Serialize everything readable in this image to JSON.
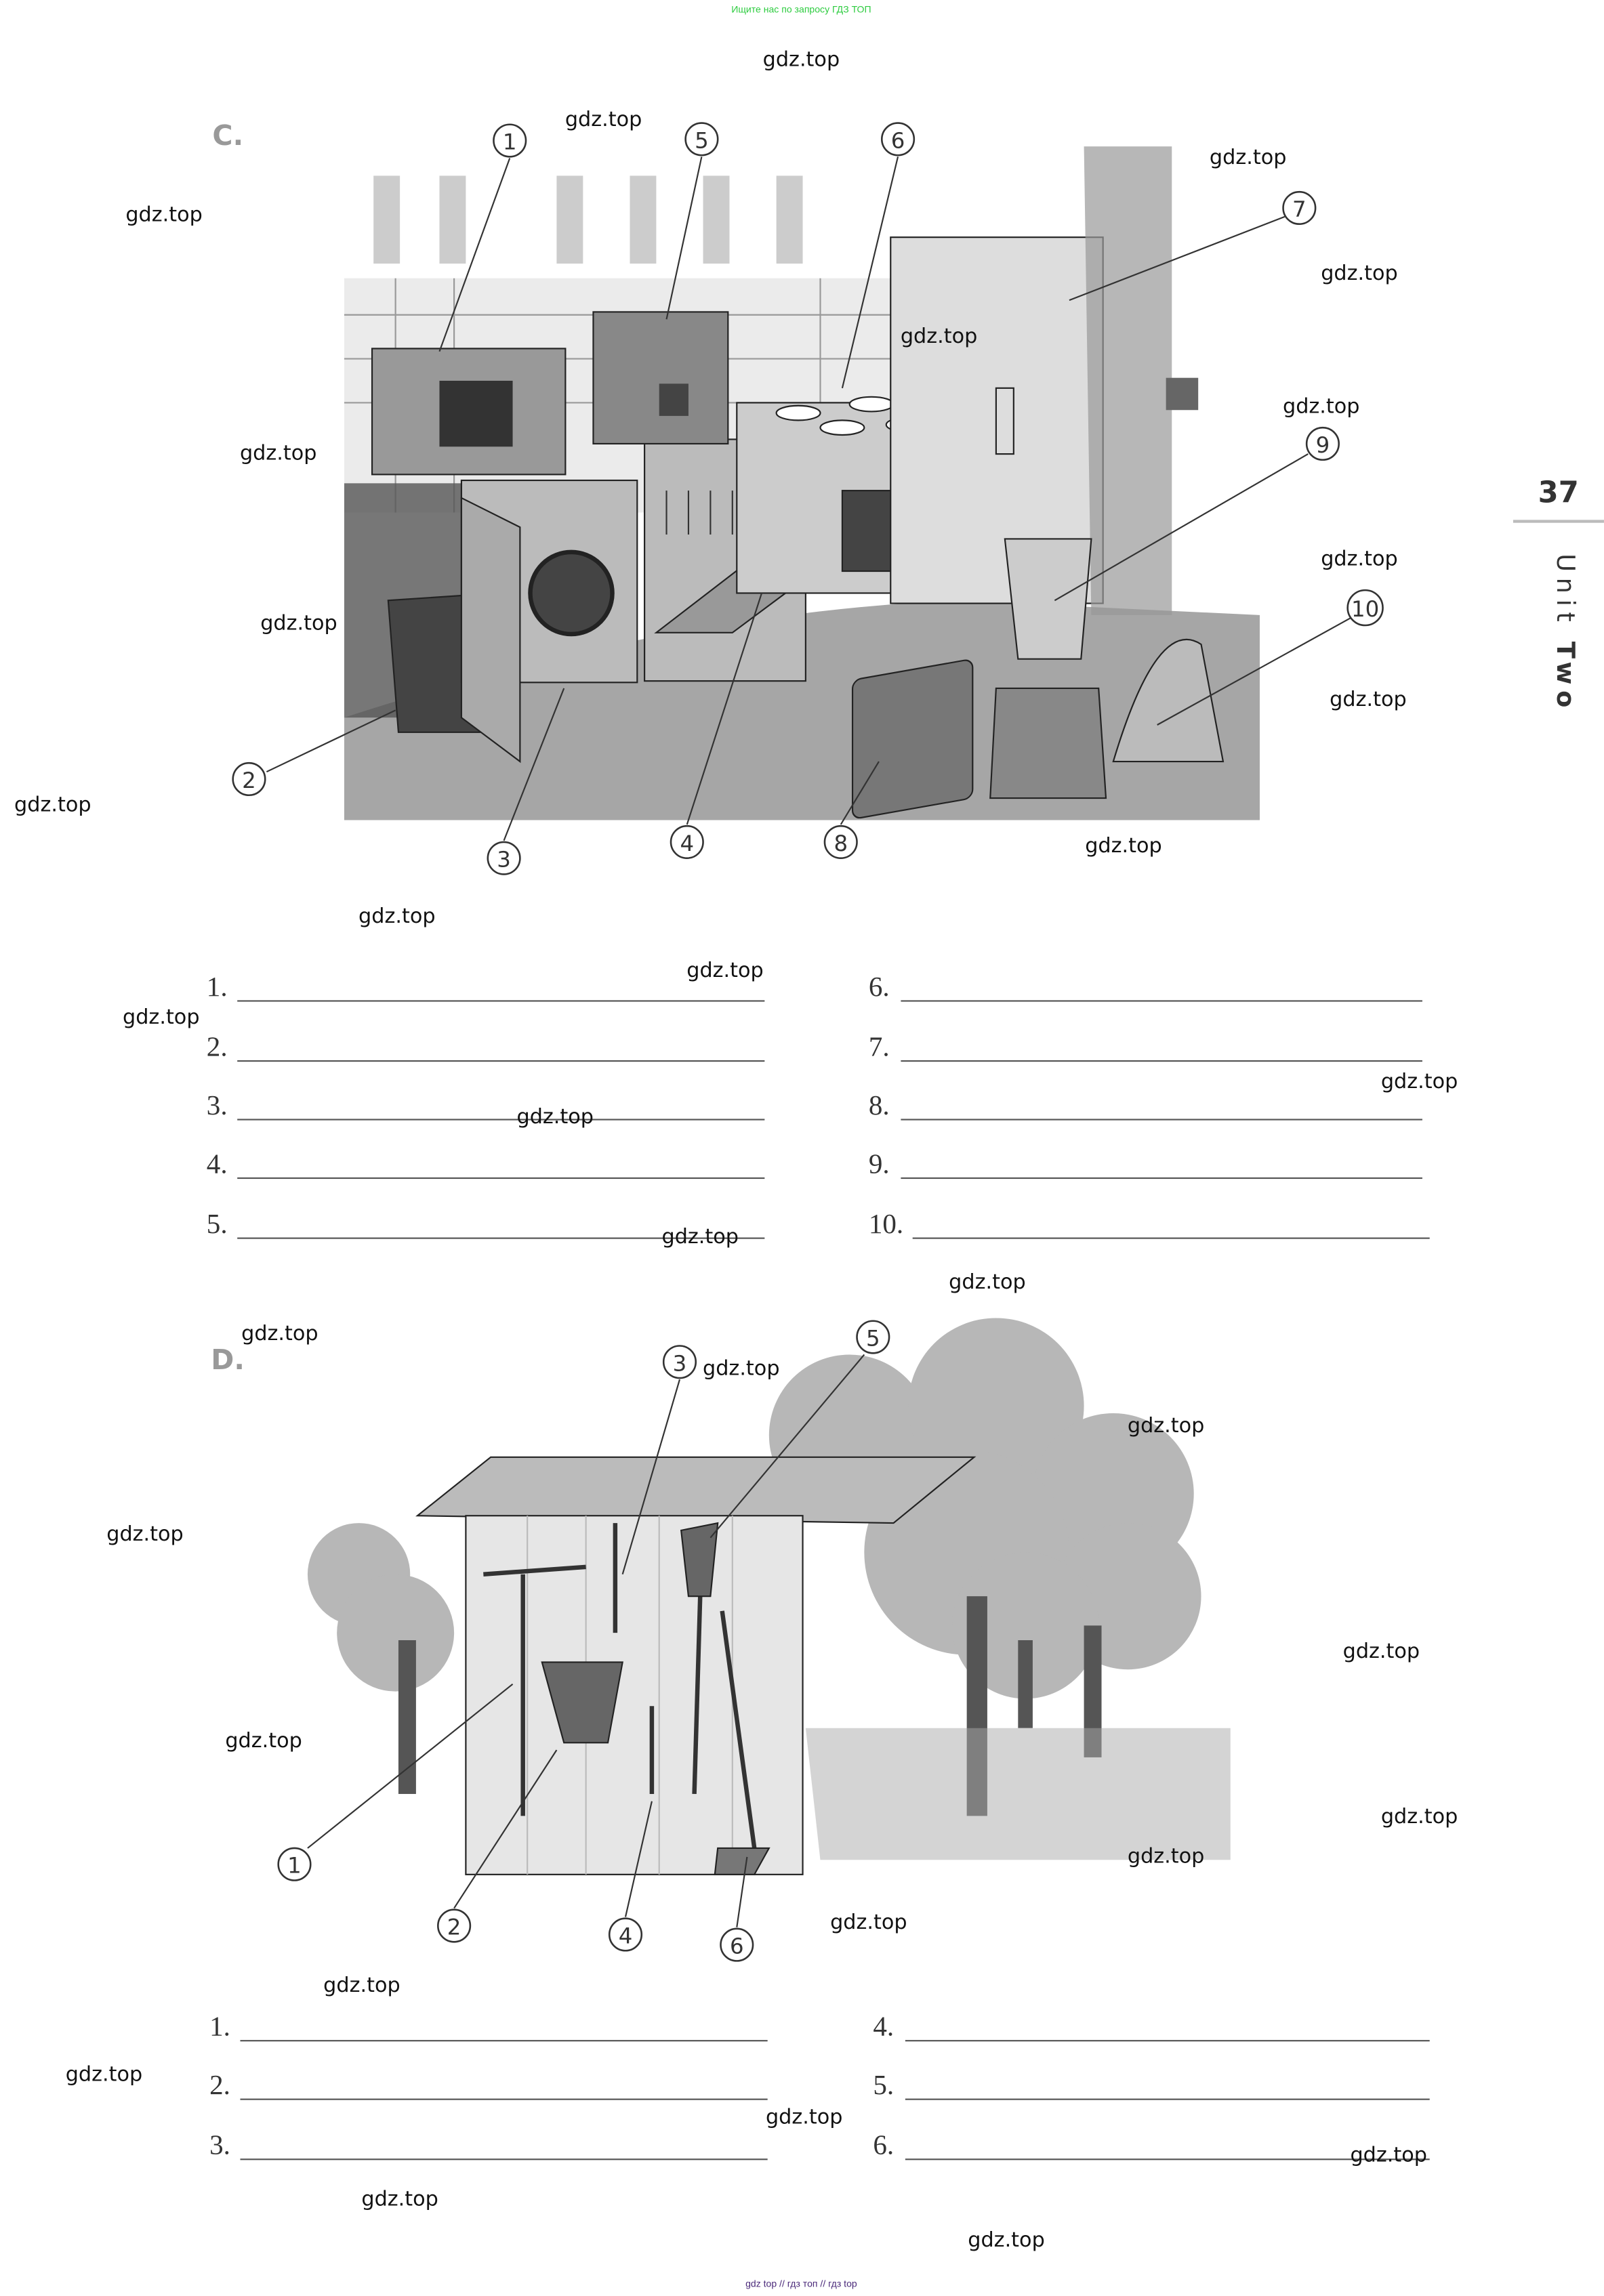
{
  "header_note": "Ищите нас по запросу ГДЗ ТОП",
  "footer_note": "gdz top  //  гдз топ  //  гдз top",
  "page_number": "37",
  "unit_label": {
    "word": "Unit",
    "number": "Two"
  },
  "watermark": "gdz.top",
  "section_c": {
    "label": "C.",
    "callouts": [
      "1",
      "2",
      "3",
      "4",
      "5",
      "6",
      "7",
      "8",
      "9",
      "10"
    ],
    "answers_left": [
      "1.",
      "2.",
      "3.",
      "4.",
      "5."
    ],
    "answers_right": [
      "6.",
      "7.",
      "8.",
      "9.",
      "10."
    ]
  },
  "section_d": {
    "label": "D.",
    "callouts": [
      "1",
      "2",
      "3",
      "4",
      "5",
      "6"
    ],
    "answers_left": [
      "1.",
      "2.",
      "3."
    ],
    "answers_right": [
      "4.",
      "5.",
      "6."
    ]
  }
}
